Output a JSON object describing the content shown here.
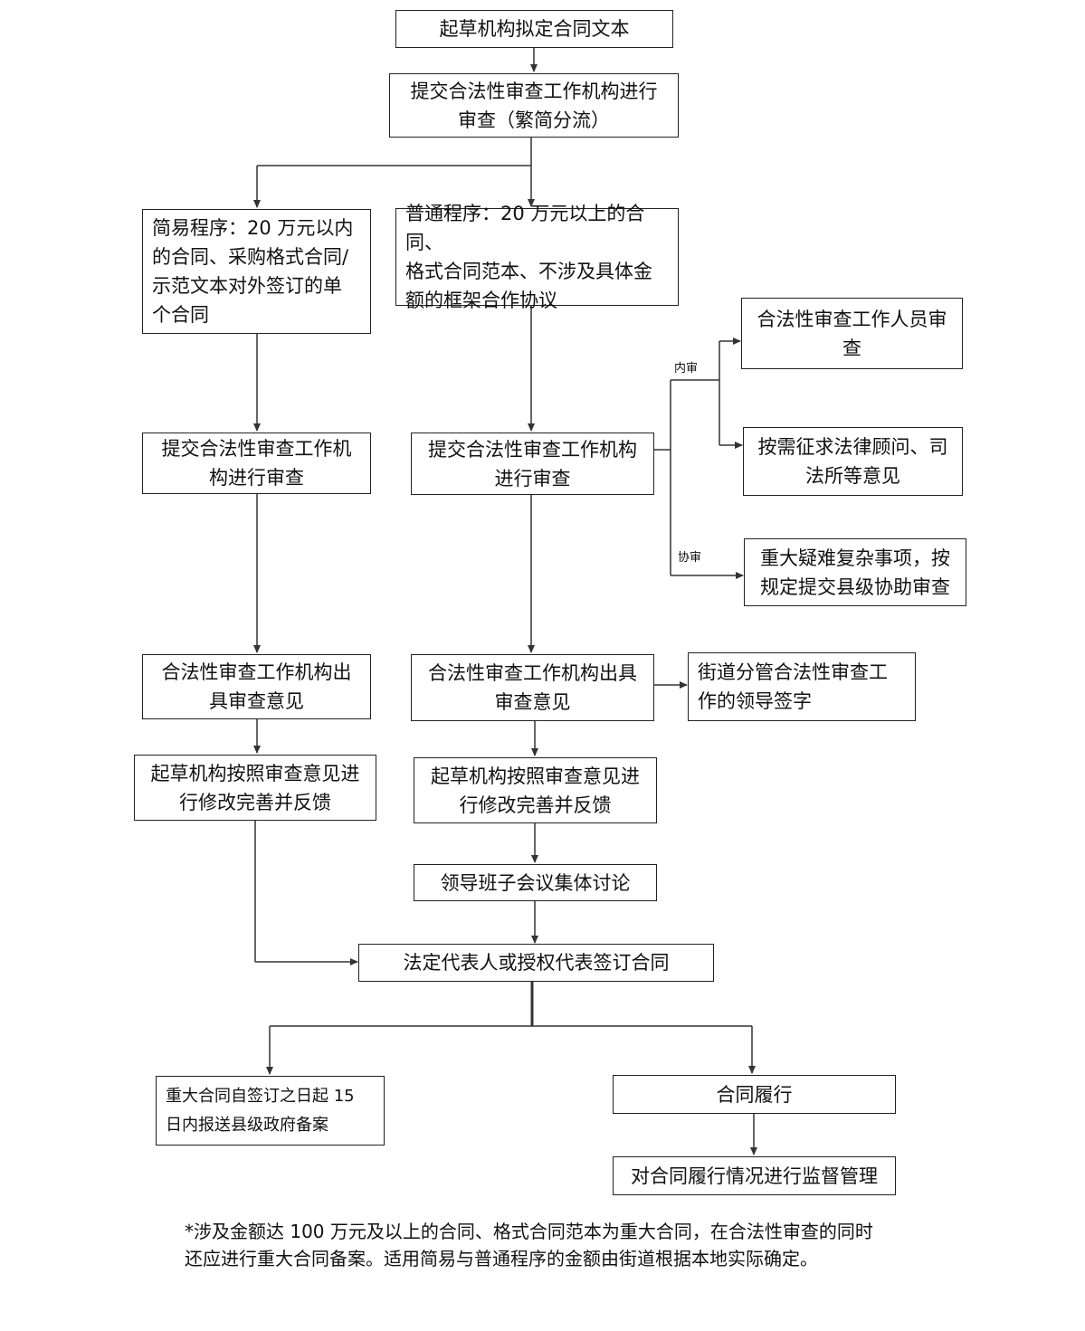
{
  "nodes": {
    "draft": "起草机构拟定合同文本",
    "submit_review": "提交合法性审查工作机构进行\n审查（繁简分流）",
    "simple": "简易程序：20 万元以内\n的合同、采购格式合同/\n示范文本对外签订的单\n个合同",
    "normal": "普通程序：20 万元以上的合同、\n格式合同范本、不涉及具体金\n额的框架合作协议",
    "staff_review": "合法性审查工作人员审\n查",
    "simple_submit": "提交合法性审查工作机\n构进行审查",
    "normal_submit": "提交合法性审查工作机构\n进行审查",
    "legal_advice": "按需征求法律顾问、司\n法所等意见",
    "county_assist": "重大疑难复杂事项，按\n规定提交县级协助审查",
    "simple_opinion": "合法性审查工作机构出\n具审查意见",
    "normal_opinion": "合法性审查工作机构出具\n审查意见",
    "street_sign": "街道分管合法性审查工\n作的领导签字",
    "simple_revise": "起草机构按照审查意见进\n行修改完善并反馈",
    "normal_revise": "起草机构按照审查意见进\n行修改完善并反馈",
    "leadership": "领导班子会议集体讨论",
    "sign": "法定代表人或授权代表签订合同",
    "filing": "重大合同自签订之日起 15\n日内报送县级政府备案",
    "perform": "合同履行",
    "supervise": "对合同履行情况进行监督管理"
  },
  "edge_labels": {
    "internal": "内审",
    "assist": "协审"
  },
  "footnote": "*涉及金额达 100 万元及以上的合同、格式合同范本为重大合同，在合法性审查的同时\n还应进行重大合同备案。适用简易与普通程序的金额由街道根据本地实际确定。"
}
